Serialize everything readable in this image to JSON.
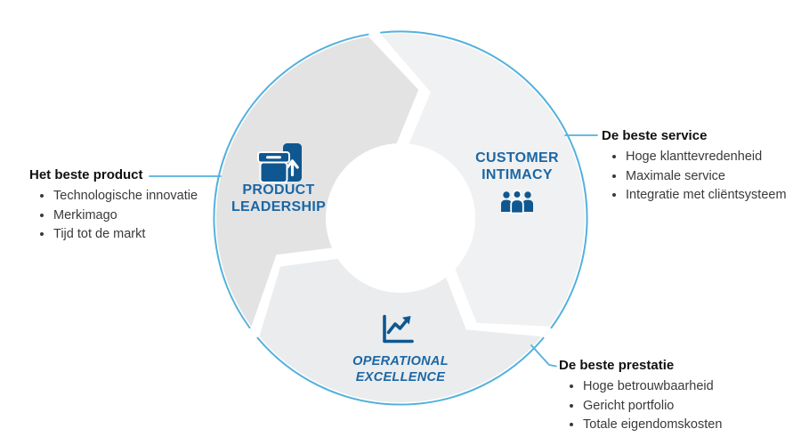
{
  "colors": {
    "ring_blue": "#53b1dd",
    "segment_product_fill": "#e3e3e4",
    "segment_customer_fill": "#f0f1f2",
    "segment_operational_fill": "#ebecee",
    "label_blue": "#1b67a5",
    "icon_blue": "#0f5791",
    "heading_text": "#101010",
    "bullet_text": "#3a3a3a"
  },
  "segments": [
    {
      "id": "product-leadership",
      "line1": "PRODUCT",
      "line2": "LEADERSHIP",
      "icon": "product-box-arrow-up-icon"
    },
    {
      "id": "customer-intimacy",
      "line1": "CUSTOMER",
      "line2": "INTIMACY",
      "icon": "people-group-icon"
    },
    {
      "id": "operational-excellence",
      "line1": "OPERATIONAL",
      "line2": "EXCELLENCE",
      "icon": "growth-chart-icon"
    }
  ],
  "callouts": [
    {
      "id": "best-product",
      "heading": "Het beste product",
      "bullets": [
        "Technologische innovatie",
        "Merkimago",
        "Tijd tot de markt"
      ]
    },
    {
      "id": "best-service",
      "heading": "De beste service",
      "bullets": [
        "Hoge klanttevredenheid",
        "Maximale service",
        "Integratie met cliëntsysteem"
      ]
    },
    {
      "id": "best-performance",
      "heading": "De beste prestatie",
      "bullets": [
        "Hoge betrouwbaarheid",
        "Gericht portfolio",
        "Totale eigendomskosten"
      ]
    }
  ]
}
